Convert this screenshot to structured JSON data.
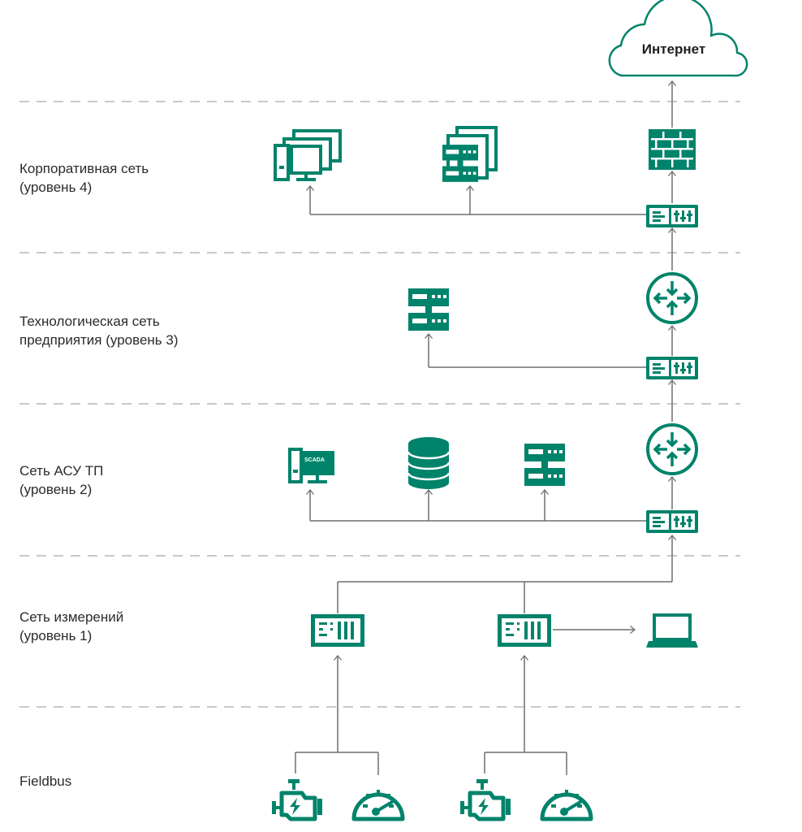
{
  "cloud": {
    "label": "Интернет"
  },
  "levels": [
    {
      "line1": "Корпоративная сеть",
      "line2": "(уровень 4)"
    },
    {
      "line1": "Технологическая сеть",
      "line2": "предприятия (уровень 3)"
    },
    {
      "line1": "Сеть АСУ ТП",
      "line2": "(уровень 2)"
    },
    {
      "line1": "Сеть измерений",
      "line2": "(уровень 1)"
    },
    {
      "line1": "Fieldbus",
      "line2": ""
    }
  ],
  "scada": {
    "label": "SCADA"
  },
  "colors": {
    "accent": "#00836b",
    "line": "#6f6f6f",
    "separator": "#c9c9c9",
    "text": "#2b2b2b"
  }
}
